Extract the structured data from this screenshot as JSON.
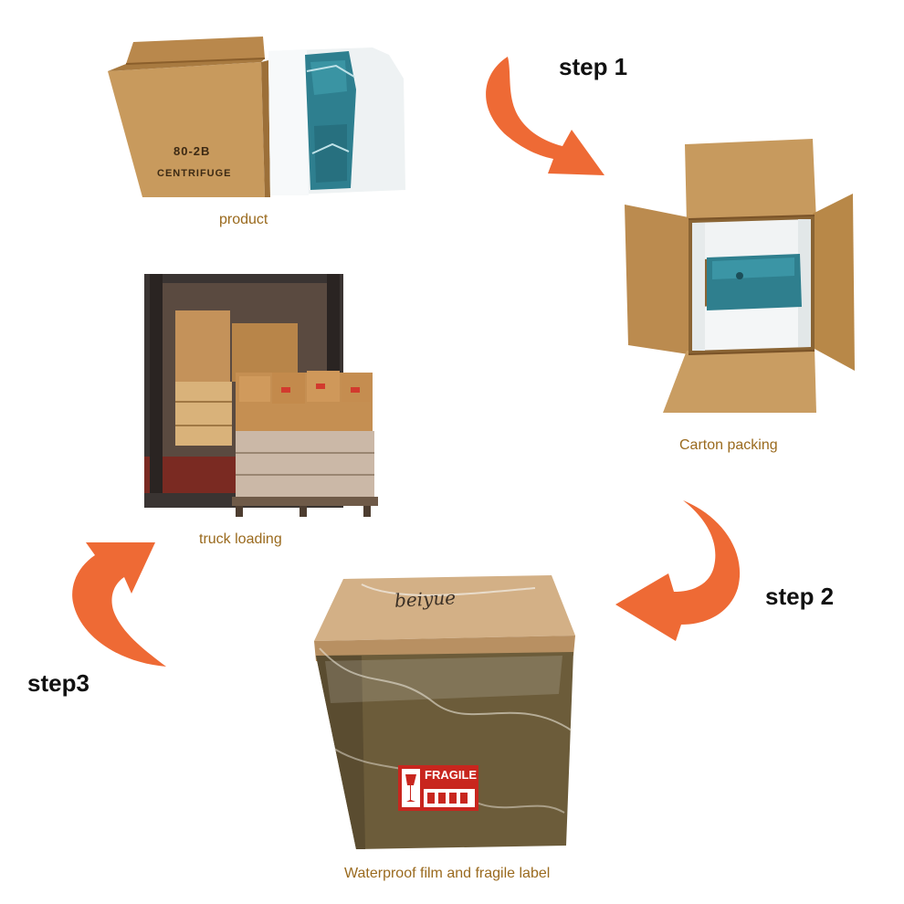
{
  "captions": {
    "product": "product",
    "carton": "Carton packing",
    "truck": "truck loading",
    "film": "Waterproof film and fragile label"
  },
  "steps": {
    "step1": "step 1",
    "step2": "step 2",
    "step3": "step3"
  },
  "box_text": {
    "model": "80-2B",
    "name": "CENTRIFUGE",
    "fragile": "FRAGILE",
    "handwriting": "beiyue"
  },
  "colors": {
    "arrow": "#ee6a35",
    "caption": "#9a6a1e",
    "cardboard": "#c79a5e",
    "equipment": "#2e7f8f"
  }
}
